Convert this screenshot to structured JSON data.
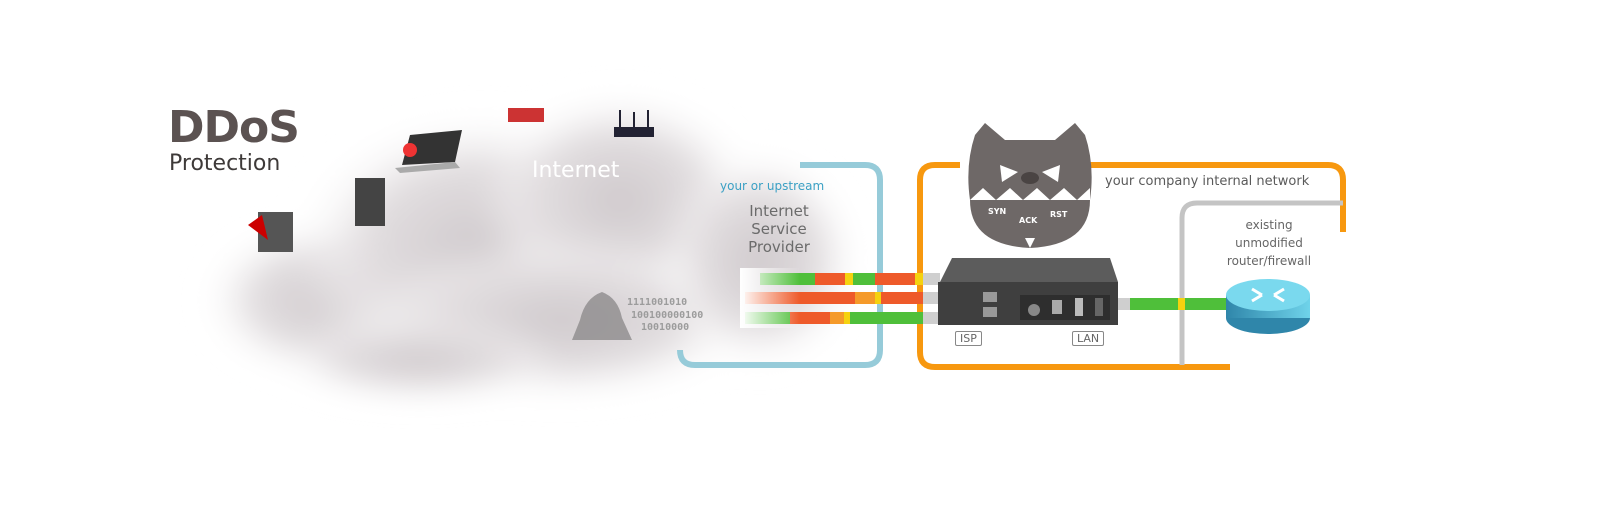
{
  "title": {
    "main": "DDoS",
    "sub": "Protection"
  },
  "cloud": {
    "label": "Internet"
  },
  "isp": {
    "subtitle": "your or upstream",
    "line1": "Internet",
    "line2": "Service",
    "line3": "Provider"
  },
  "company": {
    "label": "your company internal network"
  },
  "router": {
    "line1": "existing",
    "line2": "unmodified",
    "line3": "router/firewall"
  },
  "device": {
    "port_isp": "ISP",
    "port_lan": "LAN"
  },
  "mascot": {
    "syn": "SYN",
    "ack": "ACK",
    "rst": "RST"
  },
  "attacker": {
    "binary": [
      "1111001010",
      "100100000100",
      "10010000"
    ]
  },
  "colors": {
    "isp_bracket": "#96cbd9",
    "company_bracket": "#f7980f",
    "router_bracket": "#c4c4c4",
    "good_traffic": "#4fbf3a",
    "bad_traffic": "#ee5a2a",
    "mascot": "#6e6867"
  }
}
